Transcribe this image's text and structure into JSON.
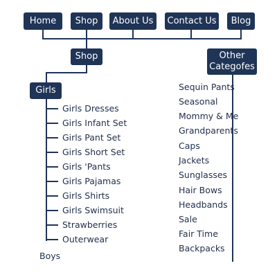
{
  "nav": {
    "items": [
      {
        "label": "Home"
      },
      {
        "label": "Shop"
      },
      {
        "label": "About Us"
      },
      {
        "label": "Contact Us"
      },
      {
        "label": "Blog"
      }
    ]
  },
  "shop": {
    "label": "Shop"
  },
  "girls": {
    "label": "Girls",
    "items": [
      "Girls Dresses",
      "Girls Infant Set",
      "Girls Pant Set",
      "Girls Short Set",
      "Girls 'Pants",
      "Girls Pajamas",
      "Girls Shirts",
      "Girls Swimsuit",
      "Strawberries",
      "Outerwear"
    ]
  },
  "boys": {
    "label": "Boys"
  },
  "other": {
    "label_line1": "Other",
    "label_line2": "Categofes",
    "items": [
      "Sequin Pants",
      "Seasonal",
      "Mommy & Me",
      "Grandparents",
      "Caps",
      "Jackets",
      "Sunglasses",
      "Hair Bows",
      "Headbands",
      "Sale",
      "Fair Time",
      "Backpacks"
    ]
  },
  "colors": {
    "box": "#1f3456",
    "text": "#22314d",
    "background": "#ffffff"
  }
}
